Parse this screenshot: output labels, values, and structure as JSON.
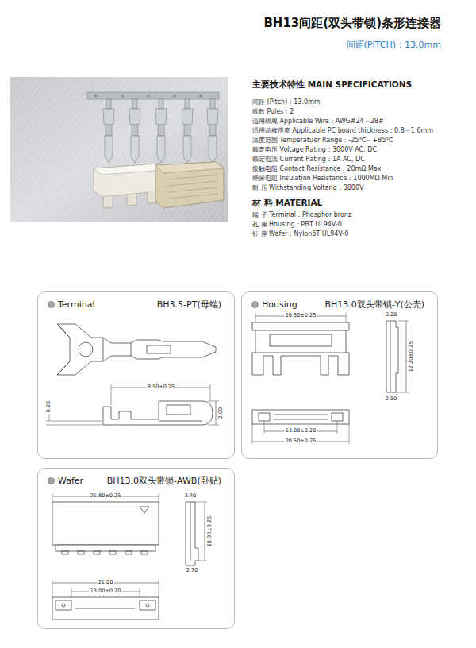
{
  "diagram": {
    "title": "BH13间距(双头带锁)条形连接器",
    "nodes": [
      {
        "text": [
          "Terminal",
          "BH3.5-PT(母端)"
        ]
      },
      {
        "text": [
          "Housing",
          "BH13.0双头带锁-Y(公壳)"
        ]
      },
      {
        "text": [
          "Wafer",
          "BH13.0双头带锁-AWB(卧贴)"
        ]
      }
    ],
    "edges": [],
    "labels": [
      "间距(PITCH)：13.0mm",
      "主要技术特性 MAIN SPECIFICATIONS",
      "间距 (Pitch)：13.0mm",
      "线数 Poles：2",
      "适用线规 Applicable Wire：AWG#24～28#",
      "适用基板厚度 Applicable PC board thickness：0.8～1.6mm",
      "温度范围 Temperatuer Range：-25℃～+85℃",
      "额定电压 Voltage Rating：3000V AC, DC",
      "额定电流 Current Rating：1A AC, DC",
      "接触电阻 Contact Resistance：20mΩ Max",
      "绝缘电阻 Insulation Resistance：1000MΩ Min",
      "耐 压 Withstanding Voltang：3800V",
      "材 料 MATERIAL",
      "端 子 Terminal：Phosphor bronz",
      "孔 座 Housing：PBT UL94V-0",
      "针 座 Wafer：Nylon6T UL94V-0",
      "8.50±0.25",
      "0.20",
      "2.00",
      "16.50±0.25",
      "3.20",
      "12.20±0.25",
      "2.50",
      "13.00±0.20",
      "20.50±0.25",
      "21.80±0.25",
      "3.40",
      "10.00±0.25",
      "2.70",
      "21.00",
      "13.00±0.20"
    ]
  }
}
